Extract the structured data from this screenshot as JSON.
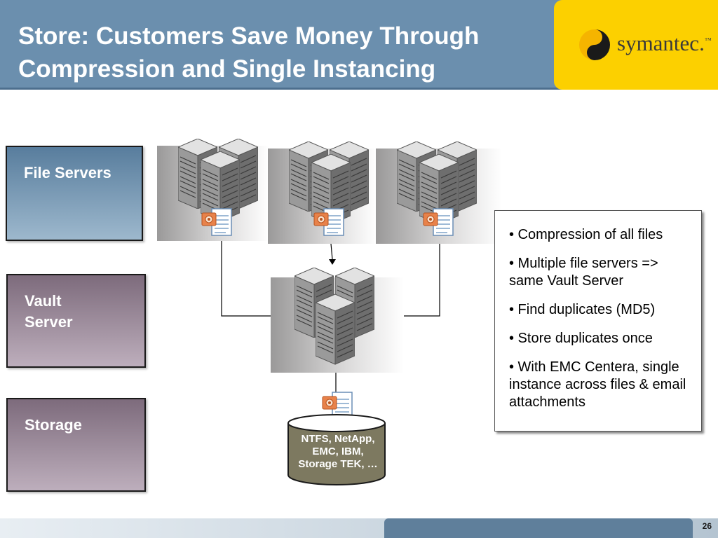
{
  "slide": {
    "title": "Store: Customers Save Money Through\nCompression and Single Instancing",
    "logo_text": "symantec.",
    "logo_tm": "™",
    "page_number": "26"
  },
  "layers": {
    "file_servers": "File Servers",
    "vault_server": "Vault\nServer",
    "storage": "Storage"
  },
  "storage_cylinder": {
    "label": "NTFS, NetApp,\nEMC, IBM,\nStorage TEK, …"
  },
  "bullets": [
    "• Compression of all files",
    "• Multiple file servers => same Vault Server",
    "• Find duplicates (MD5)",
    "• Store duplicates once",
    "• With EMC Centera, single instance across files & email attachments"
  ],
  "colors": {
    "header": "#6b8fae",
    "logo_bg": "#fcd000",
    "file_layer": "#587d9d",
    "vault_layer": "#7d6b7c",
    "cylinder": "#7d7960"
  },
  "icons": [
    "server-cluster-icon",
    "document-icon",
    "database-cylinder-icon",
    "symantec-logo-icon"
  ]
}
